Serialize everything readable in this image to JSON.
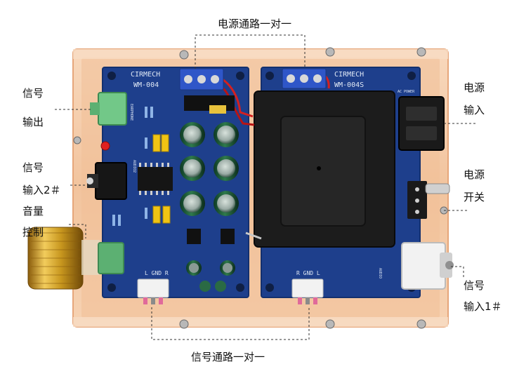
{
  "annotations": {
    "power_path": "电源通路一对一",
    "signal_path": "信号通路一对一",
    "signal_out_1": "信号",
    "signal_out_2": "输出",
    "signal_in2_1": "信号",
    "signal_in2_2": "输入2＃",
    "volume_1": "音量",
    "volume_2": "控制",
    "power_in_1": "电源",
    "power_in_2": "输入",
    "power_switch_1": "电源",
    "power_switch_2": "开关",
    "signal_in1_1": "信号",
    "signal_in1_2": "输入1＃"
  },
  "board_left": {
    "brand": "CIRMECH",
    "model": "WM-004",
    "port_labels": "L  GND  R",
    "silk_earphone": "EARPHONE",
    "silk_audio": "AUDIO2"
  },
  "board_right": {
    "brand": "CIRMECH",
    "model": "WM-004S",
    "port_labels": "R  GND  L",
    "silk_power": "AC POWER",
    "silk_audio": "AUDIO"
  },
  "colors": {
    "pcb_blue": "#1e3f8c",
    "acrylic": "#f4c8a4",
    "transformer": "#1c1c1c",
    "terminal_blue": "#2f56c8",
    "volume_knob": "#c8971e"
  }
}
